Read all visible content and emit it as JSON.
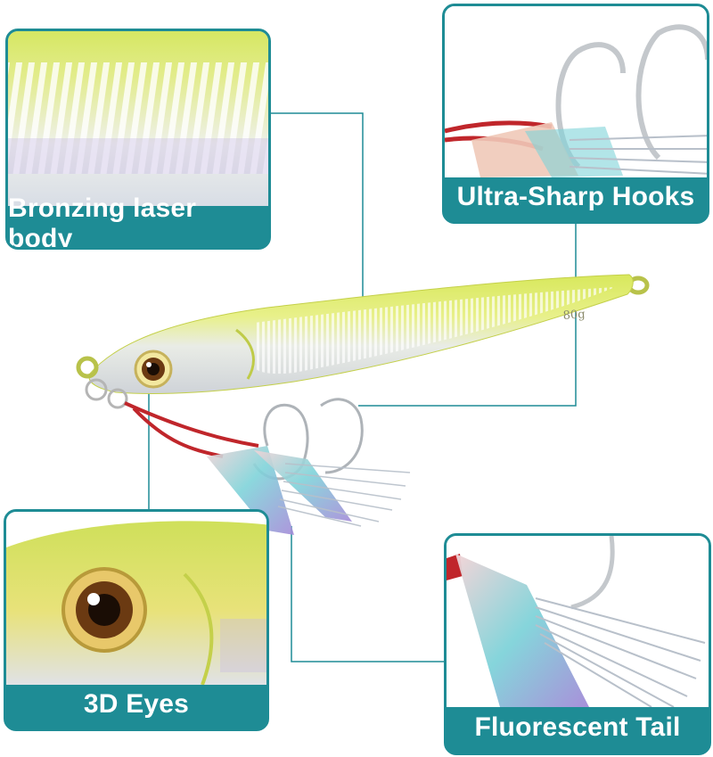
{
  "features": {
    "body": {
      "label": "Bronzing laser body"
    },
    "hooks": {
      "label": "Ultra-Sharp Hooks"
    },
    "eyes": {
      "label": "3D Eyes"
    },
    "tail": {
      "label": "Fluorescent Tail"
    }
  },
  "lure": {
    "weight_mark": "80g"
  },
  "colors": {
    "accent": "#1e8c95",
    "lure_body": "#dde96a",
    "thread": "#c0262b"
  }
}
